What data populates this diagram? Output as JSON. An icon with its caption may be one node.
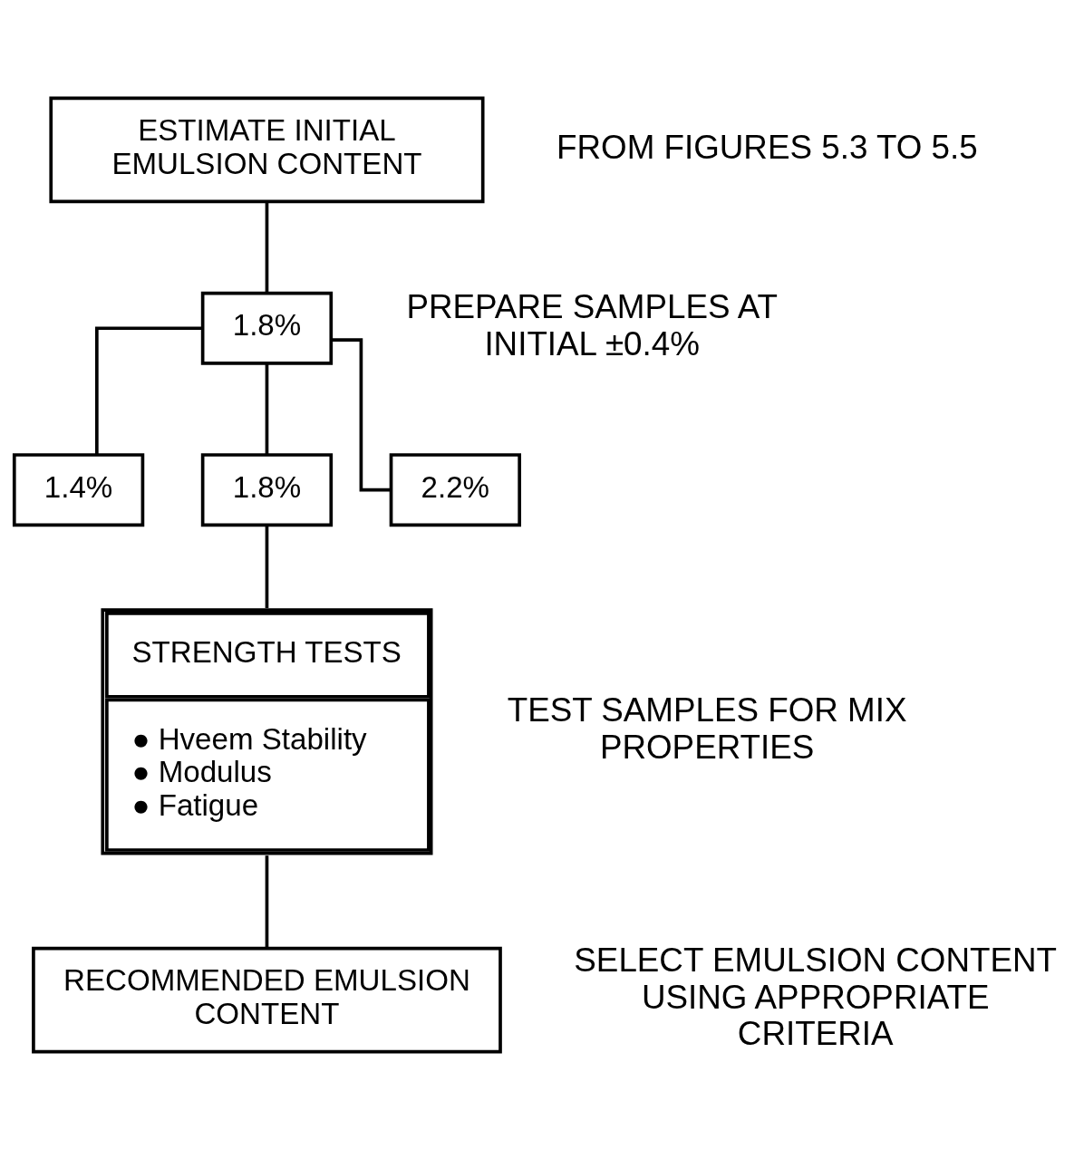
{
  "diagram": {
    "nodes": [
      {
        "text": [
          "ESTIMATE INITIAL EMULSION CONTENT"
        ]
      },
      {
        "text": [
          "1.8%"
        ]
      },
      {
        "text": [
          "1.4%"
        ]
      },
      {
        "text": [
          "1.8%"
        ]
      },
      {
        "text": [
          "2.2%"
        ]
      },
      {
        "text": [
          "STRENGTH TESTS",
          "● Hveem Stability",
          "● Modulus",
          "● Fatigue"
        ]
      },
      {
        "text": [
          "RECOMMENDED EMULSION CONTENT"
        ]
      }
    ],
    "edges": [
      {
        "from": 0,
        "to": 1,
        "arrow": "none"
      },
      {
        "from": 1,
        "to": 2,
        "arrow": "none"
      },
      {
        "from": 1,
        "to": 3,
        "arrow": "none"
      },
      {
        "from": 1,
        "to": 4,
        "arrow": "none"
      },
      {
        "from": 3,
        "to": 5,
        "arrow": "none"
      },
      {
        "from": 5,
        "to": 6,
        "arrow": "none"
      }
    ],
    "labels": [
      "FROM FIGURES 5.3 TO 5.5",
      "PREPARE SAMPLES AT INITIAL ±0.4%",
      "TEST SAMPLES FOR MIX PROPERTIES",
      "SELECT EMULSION CONTENT USING APPROPRIATE CRITERIA"
    ]
  }
}
